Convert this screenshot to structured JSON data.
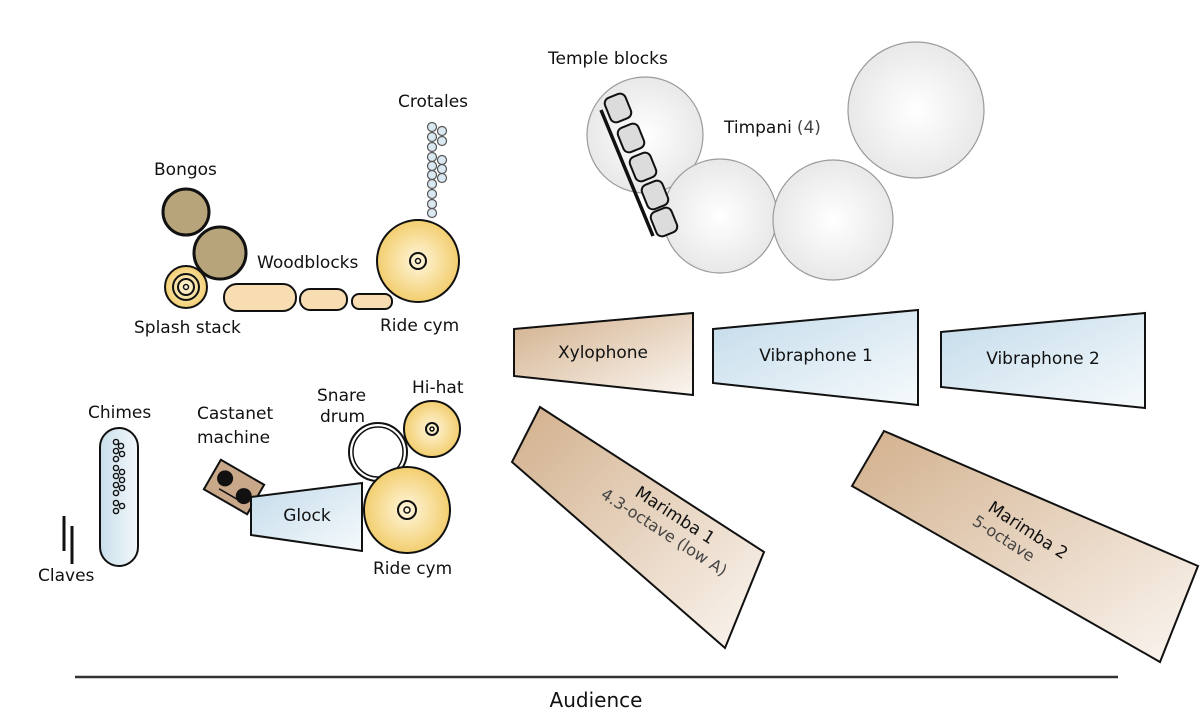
{
  "title": "Percussion setup diagram",
  "colors": {
    "wood": "#c9a882",
    "bongo": "#b7a47c",
    "cymbal": "#f2c95a",
    "metal_bar": "#cfe3ef",
    "timpani": "#ebebeb",
    "temple_block": "#dcdcdc",
    "castanet": "#c9a88a",
    "crotale": "#d6e6f0",
    "woodblock": "#f7dcb0",
    "stroke": "#111111"
  },
  "labels": {
    "temple_blocks": "Temple blocks",
    "timpani": "Timpani",
    "timpani_count": "(4)",
    "crotales": "Crotales",
    "bongos": "Bongos",
    "woodblocks": "Woodblocks",
    "splash_stack": "Splash stack",
    "ride_cym_top": "Ride cym",
    "xylophone": "Xylophone",
    "vibraphone_1": "Vibraphone 1",
    "vibraphone_2": "Vibraphone 2",
    "chimes": "Chimes",
    "castanet_line1": "Castanet",
    "castanet_line2": "machine",
    "snare_line1": "Snare",
    "snare_line2": "drum",
    "hihat": "Hi-hat",
    "glock": "Glock",
    "ride_cym_bottom": "Ride cym",
    "claves": "Claves",
    "marimba_1": "Marimba 1",
    "marimba_1_detail": "4.3-octave (low A)",
    "marimba_2": "Marimba 2",
    "marimba_2_detail": "5-octave",
    "audience": "Audience"
  }
}
